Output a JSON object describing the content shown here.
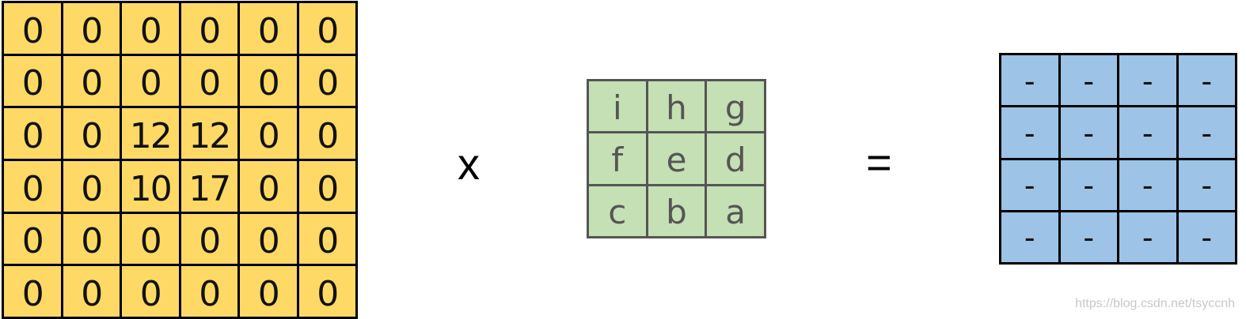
{
  "input_matrix": {
    "rows": [
      [
        "0",
        "0",
        "0",
        "0",
        "0",
        "0"
      ],
      [
        "0",
        "0",
        "0",
        "0",
        "0",
        "0"
      ],
      [
        "0",
        "0",
        "12",
        "12",
        "0",
        "0"
      ],
      [
        "0",
        "0",
        "10",
        "17",
        "0",
        "0"
      ],
      [
        "0",
        "0",
        "0",
        "0",
        "0",
        "0"
      ],
      [
        "0",
        "0",
        "0",
        "0",
        "0",
        "0"
      ]
    ],
    "color": "#ffd966"
  },
  "operator_times": "x",
  "kernel_matrix": {
    "rows": [
      [
        "i",
        "h",
        "g"
      ],
      [
        "f",
        "e",
        "d"
      ],
      [
        "c",
        "b",
        "a"
      ]
    ],
    "color": "#c5e0b4"
  },
  "operator_equals": "=",
  "output_matrix": {
    "rows": [
      [
        "-",
        "-",
        "-",
        "-"
      ],
      [
        "-",
        "-",
        "-",
        "-"
      ],
      [
        "-",
        "-",
        "-",
        "-"
      ],
      [
        "-",
        "-",
        "-",
        "-"
      ]
    ],
    "color": "#9dc3e6"
  },
  "watermark": "https://blog.csdn.net/tsyccnh"
}
